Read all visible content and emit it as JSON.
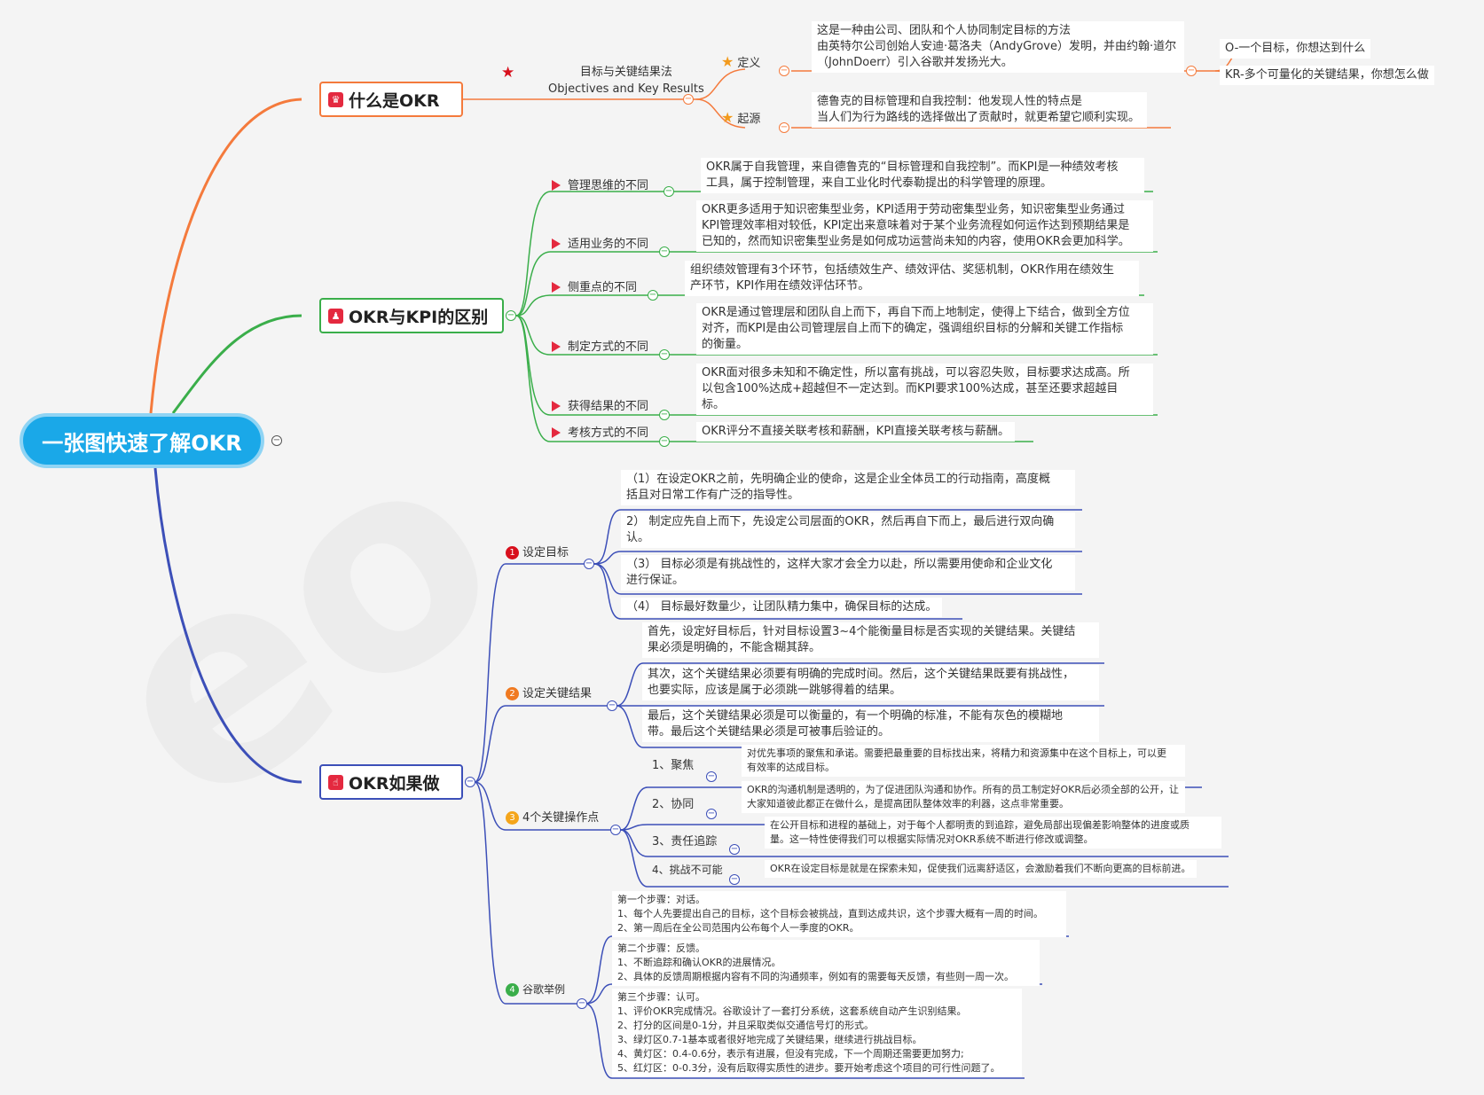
{
  "root": "一张图快速了解OKR",
  "branches": {
    "what": "什么是OKR",
    "diff": "OKR与KPI的区别",
    "how": "OKR如果做"
  },
  "what": {
    "def_title": "目标与关键结果法",
    "def_subtitle": "Objectives and Key Results",
    "definition_label": "定义",
    "definition_text": "这是一种由公司、团队和个人协同制定目标的方法",
    "definition_text2": "由英特尔公司创始人安迪·葛洛夫（AndyGrove）发明，并由约翰·道尔",
    "definition_text3": "（JohnDoerr）引入谷歌并发扬光大。",
    "o_item": "O-一个目标，你想达到什么",
    "kr_item": "KR-多个可量化的关键结果，你想怎么做",
    "origin_label": "起源",
    "origin_text1": "德鲁克的目标管理和自我控制：他发现人性的特点是",
    "origin_text2": "当人们为行为路线的选择做出了贡献时，就更希望它顺利实现。"
  },
  "diff": {
    "items": [
      {
        "label": "管理思维的不同",
        "lines": [
          "OKR属于自我管理，来自德鲁克的“目标管理和自我控制”。而KPI是一种绩效考核",
          "工具，属于控制管理，来自工业化时代泰勒提出的科学管理的原理。"
        ]
      },
      {
        "label": "适用业务的不同",
        "lines": [
          "OKR更多适用于知识密集型业务，KPI适用于劳动密集型业务，知识密集型业务通过",
          "KPI管理效率相对较低，KPI定出来意味着对于某个业务流程如何运作达到预期结果是",
          "已知的，然而知识密集型业务是如何成功运营尚未知的内容，使用OKR会更加科学。"
        ]
      },
      {
        "label": "侧重点的不同",
        "lines": [
          "组织绩效管理有3个环节，包括绩效生产、绩效评估、奖惩机制，OKR作用在绩效生",
          "产环节，KPI作用在绩效评估环节。"
        ]
      },
      {
        "label": "制定方式的不同",
        "lines": [
          "OKR是通过管理层和团队自上而下，再自下而上地制定，使得上下结合，做到全方位",
          "对齐，而KPI是由公司管理层自上而下的确定，强调组织目标的分解和关键工作指标",
          "的衡量。"
        ]
      },
      {
        "label": "获得结果的不同",
        "lines": [
          "OKR面对很多未知和不确定性，所以富有挑战，可以容忍失败，目标要求达成高。所",
          "以包含100%达成+超越但不一定达到。而KPI要求100%达成，甚至还要求超越目",
          "标。"
        ]
      },
      {
        "label": "考核方式的不同",
        "lines": [
          "OKR评分不直接关联考核和薪酬，KPI直接关联考核与薪酬。"
        ]
      }
    ]
  },
  "how": {
    "set_goal": {
      "num": "1",
      "label": "设定目标",
      "items": [
        [
          "（1）在设定OKR之前，先明确企业的使命，这是企业全体员工的行动指南，高度概",
          "括且对日常工作有广泛的指导性。"
        ],
        [
          "2） 制定应先自上而下，先设定公司层面的OKR，然后再自下而上，最后进行双向确",
          "认。"
        ],
        [
          "（3） 目标必须是有挑战性的，这样大家才会全力以赴，所以需要用使命和企业文化",
          "进行保证。"
        ],
        [
          "（4） 目标最好数量少，让团队精力集中，确保目标的达成。"
        ]
      ]
    },
    "set_kr": {
      "num": "2",
      "label": "设定关键结果",
      "items": [
        [
          "首先，设定好目标后，针对目标设置3~4个能衡量目标是否实现的关键结果。关键结",
          "果必须是明确的，不能含糊其辞。"
        ],
        [
          "其次，这个关键结果必须要有明确的完成时间。然后，这个关键结果既要有挑战性，",
          "也要实际，应该是属于必须跳一跳够得着的结果。"
        ],
        [
          "最后，这个关键结果必须是可以衡量的，有一个明确的标准，不能有灰色的模糊地",
          "带。最后这个关键结果必须是可被事后验证的。"
        ]
      ]
    },
    "ops": {
      "num": "3",
      "label": "4个关键操作点",
      "items": [
        {
          "label": "1、聚焦",
          "lines": [
            "对优先事项的聚焦和承诺。需要把最重要的目标找出来，将精力和资源集中在这个目标上，可以更",
            "有效率的达成目标。"
          ]
        },
        {
          "label": "2、协同",
          "lines": [
            "OKR的沟通机制是透明的，为了促进团队沟通和协作。所有的员工制定好OKR后必须全部的公开，让",
            "大家知道彼此都正在做什么，是提高团队整体效率的利器，这点非常重要。"
          ]
        },
        {
          "label": "3、责任追踪",
          "lines": [
            "在公开目标和进程的基础上，对于每个人都明责的到追踪，避免局部出现偏差影响整体的进度或质",
            "量。这一特性使得我们可以根据实际情况对OKR系统不断进行修改或调整。"
          ]
        },
        {
          "label": "4、挑战不可能",
          "lines": [
            "OKR在设定目标是就是在探索未知，促使我们远离舒适区，会激励着我们不断向更高的目标前进。"
          ]
        }
      ]
    },
    "google": {
      "num": "4",
      "label": "谷歌举例",
      "steps": [
        [
          "第一个步骤：对话。",
          "1、每个人先要提出自己的目标，这个目标会被挑战，直到达成共识，这个步骤大概有一周的时间。",
          "2、第一周后在全公司范围内公布每个人一季度的OKR。"
        ],
        [
          "第二个步骤：反馈。",
          "1、不断追踪和确认OKR的进展情况。",
          "2、具体的反馈周期根据内容有不同的沟通频率，例如有的需要每天反馈，有些则一周一次。"
        ],
        [
          "第三个步骤：认可。",
          "1、评价OKR完成情况。谷歌设计了一套打分系统，这套系统自动产生识别结果。",
          "2、打分的区间是0-1分，并且采取类似交通信号灯的形式。",
          "3、绿灯区0.7-1基本或者很好地完成了关键结果，继续进行挑战目标。",
          "4、黄灯区：0.4-0.6分，表示有进展，但没有完成，下一个周期还需要更加努力;",
          "5、红灯区：0-0.3分，没有后取得实质性的进步。要开始考虑这个项目的可行性问题了。"
        ]
      ]
    }
  },
  "colors": {
    "root": "#1aa8e8",
    "orange": "#f47a3c",
    "green": "#3aae4a",
    "blue": "#3c4fb8",
    "icon_red": "#e4293f",
    "num1": "#d8101d",
    "num2": "#f07a21",
    "num3": "#f4a51b",
    "num4": "#3aae4a"
  }
}
